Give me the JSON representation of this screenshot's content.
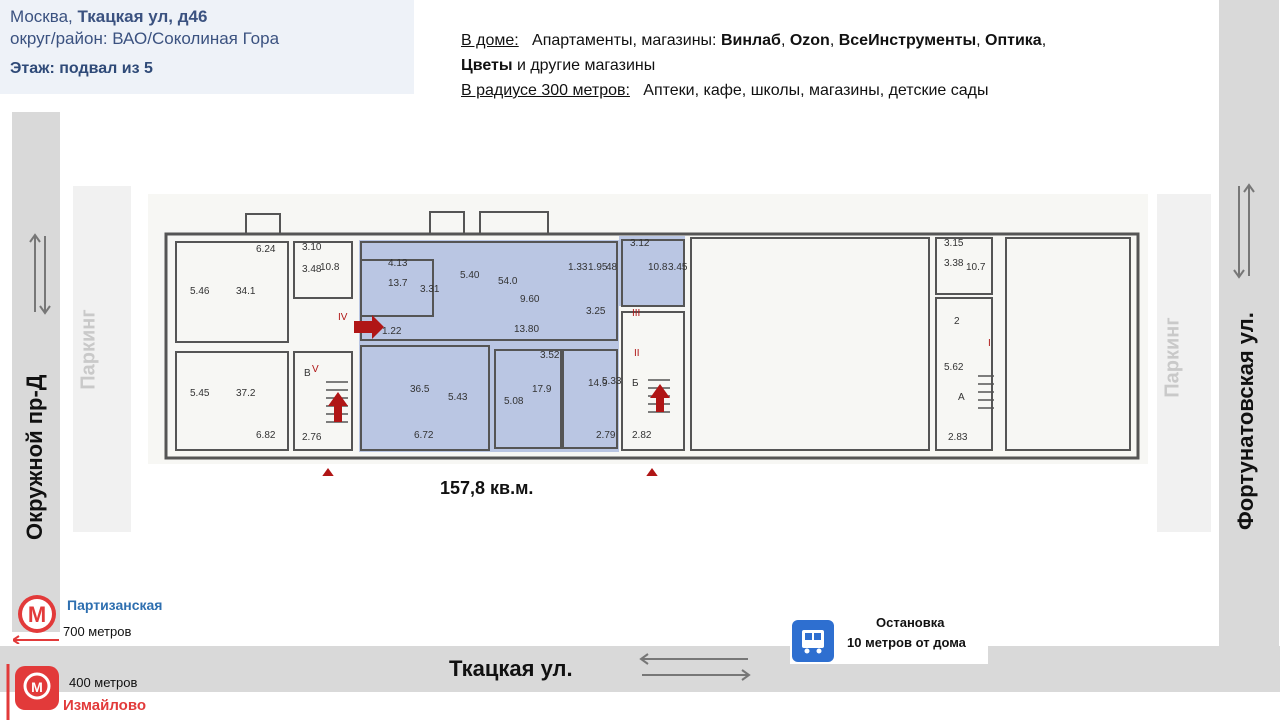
{
  "address": {
    "city": "Москва, ",
    "street": "Ткацкая ул, д46",
    "district": "округ/район: ВАО/Соколиная Гора",
    "floor": "Этаж: подвал из 5"
  },
  "description": {
    "in_house_label": "В доме:",
    "in_house_text": "Апартаменты, магазины: ",
    "shops": [
      "Винлаб",
      "Ozon",
      "ВсеИнструменты",
      "Оптика",
      "Цветы"
    ],
    "other_shops": "и другие магазины",
    "radius_label": "В радиусе 300 метров:",
    "radius_text": "Аптеки, кафе, школы, магазины, детские сады"
  },
  "roads": {
    "left": "Окружной пр-Д",
    "right": "Фортунатовская ул.",
    "bottom": "Ткацкая ул."
  },
  "parking": {
    "left": "Паркинг",
    "right": "Паркинг"
  },
  "plan": {
    "area": "157,8 кв.м.",
    "room_labels": [
      "5.46",
      "34.1",
      "6.24",
      "5.45",
      "37.2",
      "6.82",
      "3.10",
      "3.48",
      "10.8",
      "2.76",
      "4.13",
      "13.7",
      "3.31",
      "5.40",
      "54.0",
      "9.60",
      "3.25",
      "13.80",
      "1.22",
      "1.33",
      "1.95",
      "48",
      "36.5",
      "5.43",
      "6.72",
      "3.52",
      "17.9",
      "5.08",
      "14.9",
      "5.33",
      "2.79",
      "3.12",
      "10.8",
      "3.45",
      "2.82",
      "3.15",
      "3.38",
      "10.7",
      "5.62",
      "2",
      "2.83"
    ],
    "roman": [
      "IV",
      "V",
      "III",
      "II",
      "I"
    ],
    "letters": [
      "В",
      "Б",
      "А"
    ],
    "colors": {
      "highlight": "#7d96d2",
      "wall": "#555555",
      "arrow": "#b01616"
    }
  },
  "metro": {
    "top_name": "Партизанская",
    "top_distance": "700 метров",
    "bottom_distance": "400 метров",
    "bottom_name": "Измайлово",
    "colors": {
      "top": "#e23a3a",
      "bottom": "#e23a3a"
    }
  },
  "bus_stop": {
    "title": "Остановка",
    "distance": "10 метров от дома",
    "icon": "bus-icon"
  }
}
